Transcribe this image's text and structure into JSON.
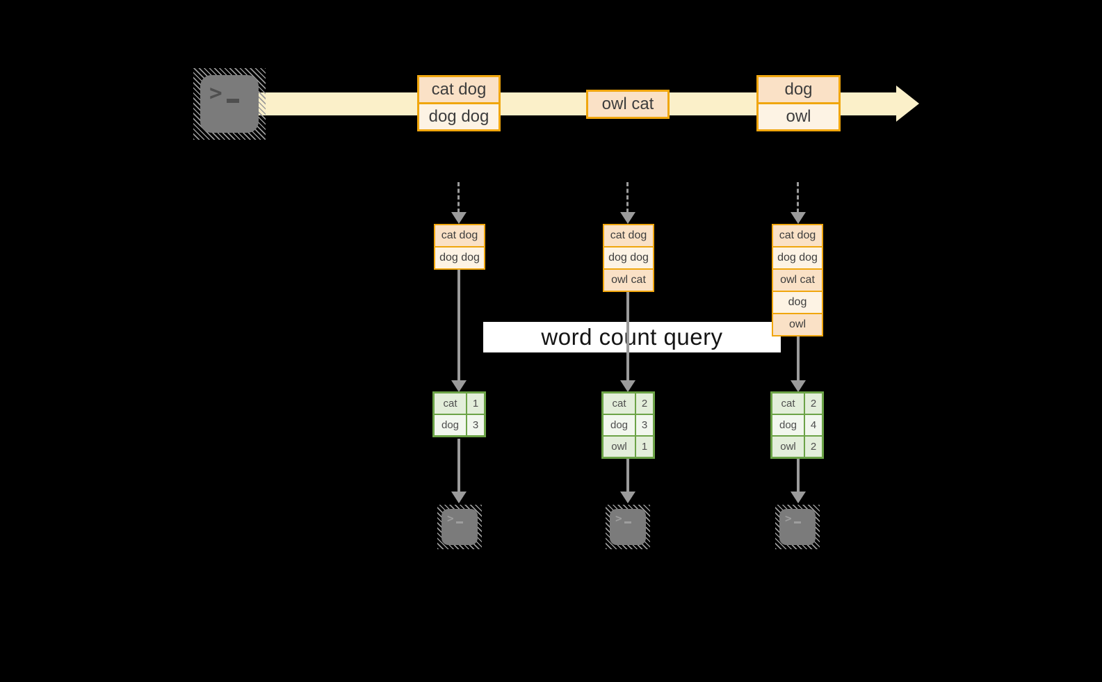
{
  "diagram": {
    "title_label": "word count query",
    "icons": {
      "source": "terminal-icon",
      "consumers": [
        "terminal-icon",
        "terminal-icon",
        "terminal-icon"
      ]
    },
    "colors": {
      "background": "#000000",
      "stream_band": "#FBF0C9",
      "box_border": "#F0A60E",
      "row_peach": "#FAE1C6",
      "row_cream": "#FDF3E4",
      "table_border": "#6CA347",
      "cell_green": "#E3EEDA",
      "cell_light": "#F2F7EE",
      "arrow_gray": "#9B9B9B",
      "terminal_gray": "#7B7B7B",
      "label_bg": "#FFFFFF"
    },
    "stream_events": [
      {
        "lines": [
          "cat dog",
          "dog dog"
        ]
      },
      {
        "lines": [
          "owl cat"
        ]
      },
      {
        "lines": [
          "dog",
          "owl"
        ]
      }
    ],
    "columns": [
      {
        "accumulated": [
          "cat dog",
          "dog dog"
        ],
        "counts": [
          {
            "word": "cat",
            "count": "1"
          },
          {
            "word": "dog",
            "count": "3"
          }
        ]
      },
      {
        "accumulated": [
          "cat dog",
          "dog dog",
          "owl cat"
        ],
        "counts": [
          {
            "word": "cat",
            "count": "2"
          },
          {
            "word": "dog",
            "count": "3"
          },
          {
            "word": "owl",
            "count": "1"
          }
        ]
      },
      {
        "accumulated": [
          "cat dog",
          "dog dog",
          "owl cat",
          "dog",
          "owl"
        ],
        "counts": [
          {
            "word": "cat",
            "count": "2"
          },
          {
            "word": "dog",
            "count": "4"
          },
          {
            "word": "owl",
            "count": "2"
          }
        ]
      }
    ]
  }
}
